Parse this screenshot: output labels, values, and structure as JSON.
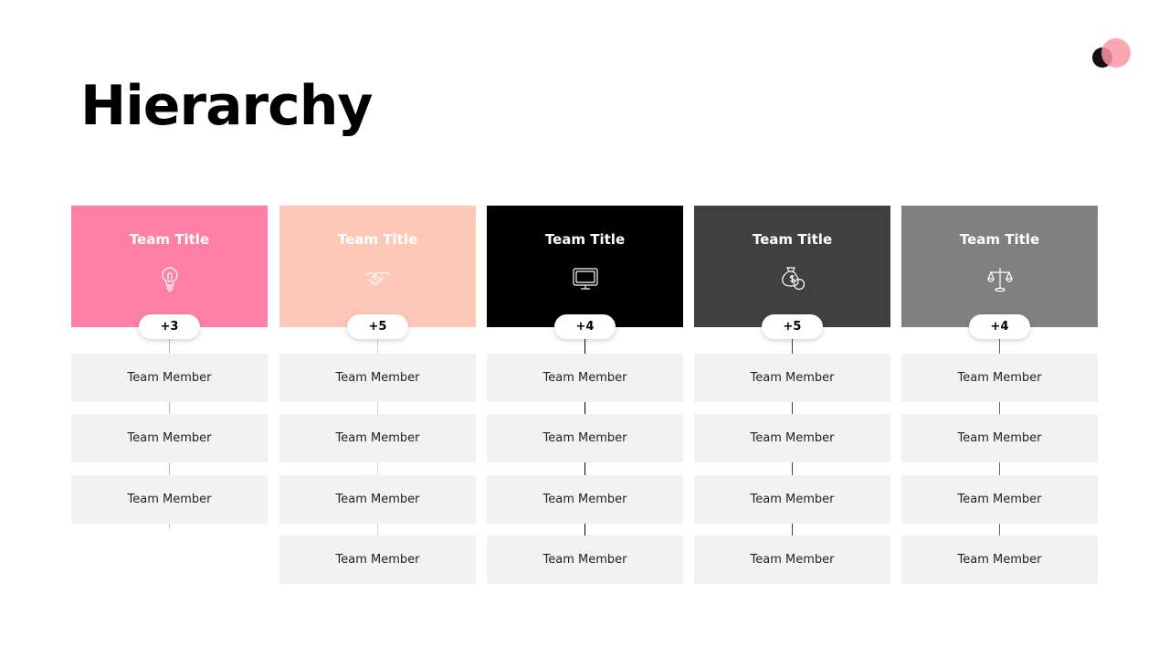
{
  "title": "Hierarchy",
  "columns": [
    {
      "title": "Team Title",
      "count": "+3",
      "color": "#ff80a6",
      "line_color": "#f2a0b4",
      "icon": "lightbulb-icon",
      "members": [
        "Team Member",
        "Team Member",
        "Team Member"
      ]
    },
    {
      "title": "Team Title",
      "count": "+5",
      "color": "#fec8b8",
      "line_color": "#f6c9bc",
      "icon": "handshake-icon",
      "members": [
        "Team Member",
        "Team Member",
        "Team Member",
        "Team Member"
      ]
    },
    {
      "title": "Team Title",
      "count": "+4",
      "color": "#000000",
      "line_color": "#000000",
      "icon": "monitor-icon",
      "members": [
        "Team Member",
        "Team Member",
        "Team Member",
        "Team Member"
      ]
    },
    {
      "title": "Team Title",
      "count": "+5",
      "color": "#404040",
      "line_color": "#404040",
      "icon": "money-bag-icon",
      "members": [
        "Team Member",
        "Team Member",
        "Team Member",
        "Team Member"
      ]
    },
    {
      "title": "Team Title",
      "count": "+4",
      "color": "#808080",
      "line_color": "#666666",
      "icon": "scales-icon",
      "members": [
        "Team Member",
        "Team Member",
        "Team Member",
        "Team Member"
      ]
    }
  ]
}
